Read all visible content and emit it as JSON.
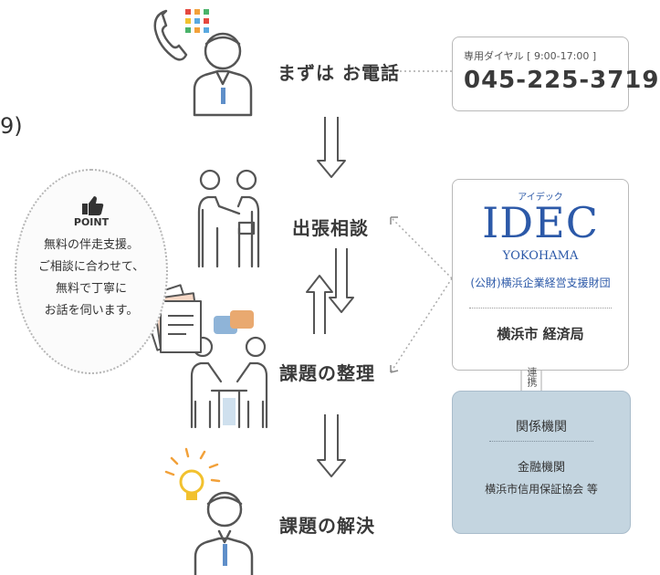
{
  "left_fragment": "9)",
  "steps": [
    {
      "label": "まずは お電話"
    },
    {
      "label": "出張相談"
    },
    {
      "label": "課題の整理"
    },
    {
      "label": "課題の解決"
    }
  ],
  "hotline": {
    "caption": "専用ダイヤル [ 9:00-17:00 ]",
    "number": "045-225-3719"
  },
  "idec": {
    "katakana": "アイデック",
    "logo": "IDEC",
    "city": "YOKOHAMA",
    "org_name": "(公財)横浜企業経営支援財団",
    "bureau": "横浜市 経済局"
  },
  "link_label": "連携",
  "related": {
    "title": "関係機関",
    "line1": "金融機関",
    "line2": "横浜市信用保証協会 等"
  },
  "point": {
    "badge": "POINT",
    "lines": [
      "無料の伴走支援。",
      "ご相談に合わせて、",
      "無料で丁寧に",
      "お話を伺います。"
    ]
  },
  "colors": {
    "accent_blue": "#2c59a8",
    "box_fill": "#c4d5e0",
    "bulb_yellow": "#f2c12e"
  }
}
